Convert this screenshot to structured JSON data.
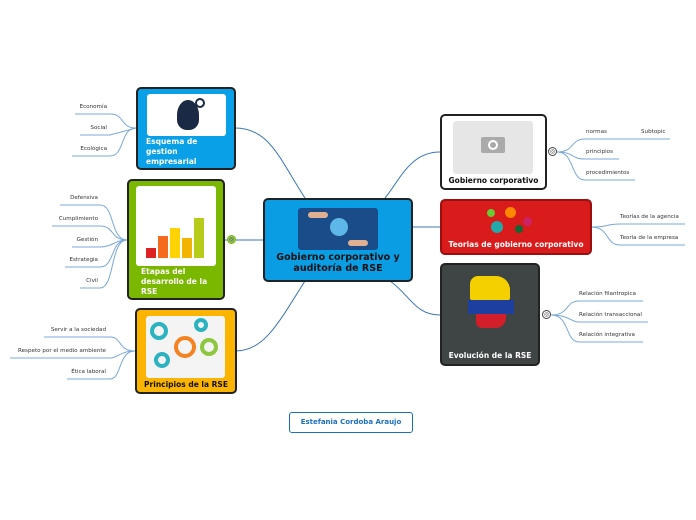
{
  "center": {
    "title": "Gobierno corporativo y auditoría de RSE"
  },
  "left_nodes": [
    {
      "title": "Esquema de gestion empresarial",
      "leaves": [
        "Economía",
        "Social",
        "Ecológica"
      ]
    },
    {
      "title": "Etapas del desarrollo de la RSE",
      "leaves": [
        "Defensiva",
        "Cumplimiento",
        "Gestión",
        "Estrategia",
        "Civil"
      ]
    },
    {
      "title": "Principios de la RSE",
      "leaves": [
        "Servir a la sociedad",
        "Respeto por el medio ambiente",
        "Ética laboral"
      ]
    }
  ],
  "right_nodes": [
    {
      "title": "Gobierno corporativo",
      "leaves": [
        "normas",
        "principios",
        "procedimientos"
      ],
      "subtopic": "Subtopic"
    },
    {
      "title": "Teorias de gobierno corporativo",
      "leaves": [
        "Teorías de la agencia",
        "Teoría de la empresa"
      ]
    },
    {
      "title": "Evolución de la RSE",
      "leaves": [
        "Relación filantropica",
        "Relación transaccional",
        "Relación integrativa"
      ]
    }
  ],
  "author": "Estefania Cordoba Araujo",
  "colors": {
    "center": "#0b9de4",
    "esquema": "#0aa0e8",
    "etapas": "#7ab800",
    "principios": "#fbb400",
    "teorias": "#d91b1b",
    "evolucion": "#3f4445",
    "link": "#3a78b8"
  }
}
